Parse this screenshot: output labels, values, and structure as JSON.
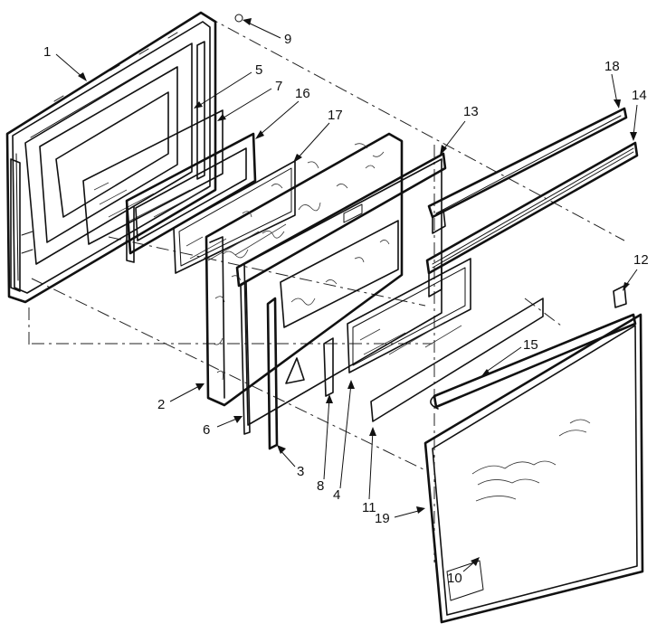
{
  "diagram": {
    "parts": [
      {
        "id": "1",
        "label": "1"
      },
      {
        "id": "2",
        "label": "2"
      },
      {
        "id": "3",
        "label": "3"
      },
      {
        "id": "4",
        "label": "4"
      },
      {
        "id": "5",
        "label": "5"
      },
      {
        "id": "6",
        "label": "6"
      },
      {
        "id": "7",
        "label": "7"
      },
      {
        "id": "8",
        "label": "8"
      },
      {
        "id": "9",
        "label": "9"
      },
      {
        "id": "10",
        "label": "10"
      },
      {
        "id": "11",
        "label": "11"
      },
      {
        "id": "12",
        "label": "12"
      },
      {
        "id": "13",
        "label": "13"
      },
      {
        "id": "14",
        "label": "14"
      },
      {
        "id": "15",
        "label": "15"
      },
      {
        "id": "16",
        "label": "16"
      },
      {
        "id": "17",
        "label": "17"
      },
      {
        "id": "18",
        "label": "18"
      },
      {
        "id": "19",
        "label": "19"
      }
    ]
  }
}
